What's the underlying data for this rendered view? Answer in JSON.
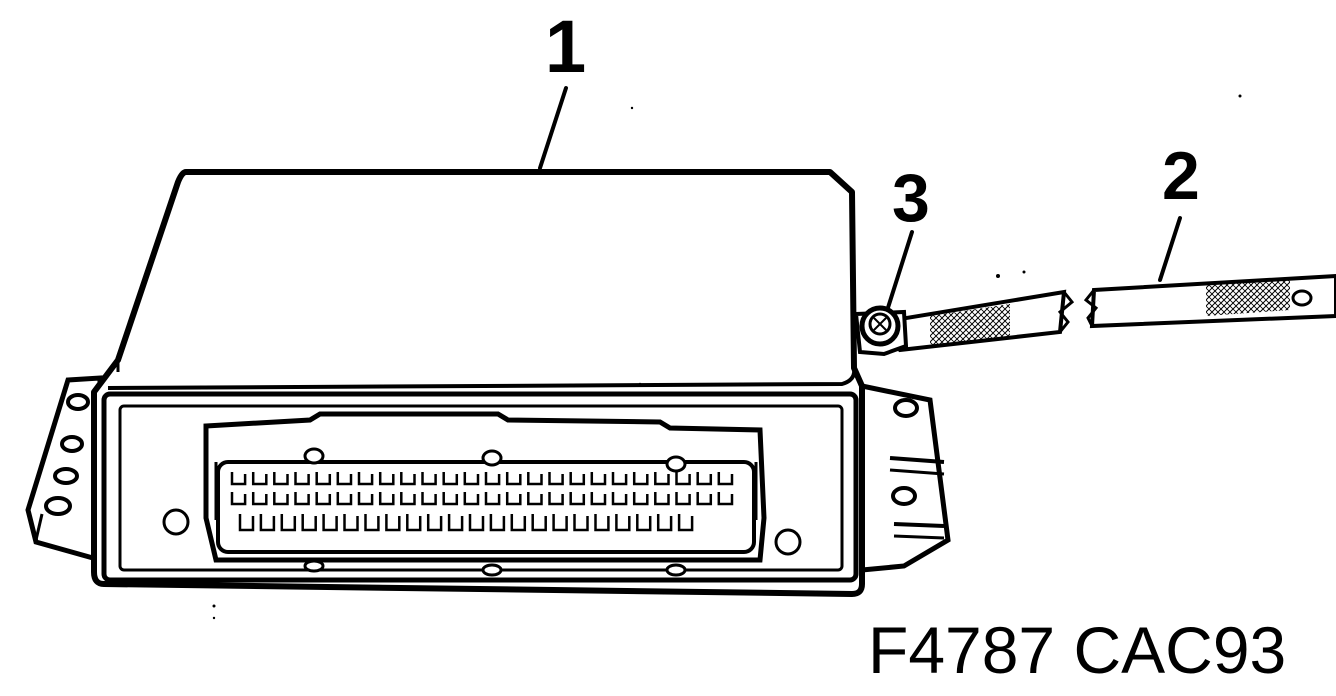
{
  "callouts": {
    "ecu": "1",
    "ground_strap": "2",
    "screw": "3"
  },
  "figure_code": "F4787 CAC93",
  "colors": {
    "ink": "#000000",
    "paper": "#ffffff"
  }
}
